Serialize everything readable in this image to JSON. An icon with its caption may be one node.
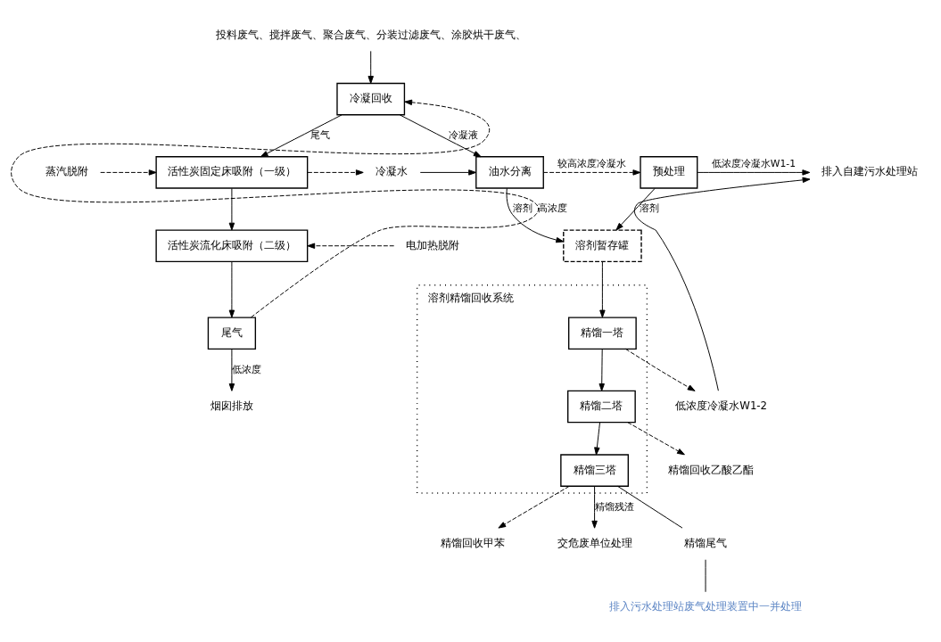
{
  "diagram": {
    "nodes": [
      {
        "text": [
          "投料废气、搅拌废气、聚合废气、分装过滤废气、涂胶烘干废气、"
        ]
      },
      {
        "text": [
          "冷凝回收"
        ]
      },
      {
        "text": [
          "蒸汽脱附"
        ]
      },
      {
        "text": [
          "活性炭固定床吸附（一级）"
        ]
      },
      {
        "text": [
          "冷凝水"
        ]
      },
      {
        "text": [
          "电加热脱附"
        ]
      },
      {
        "text": [
          "活性炭流化床吸附（二级）"
        ]
      },
      {
        "text": [
          "尾气"
        ]
      },
      {
        "text": [
          "烟囱排放"
        ]
      },
      {
        "text": [
          "油水分离"
        ]
      },
      {
        "text": [
          "预处理"
        ]
      },
      {
        "text": [
          "排入自建污水处理站"
        ]
      },
      {
        "text": [
          "溶剂暂存罐"
        ]
      },
      {
        "text": [
          "溶剂精馏回收系统"
        ]
      },
      {
        "text": [
          "精馏一塔"
        ],
        "in": 13
      },
      {
        "text": [
          "精馏二塔"
        ],
        "in": 13
      },
      {
        "text": [
          "精馏三塔"
        ],
        "in": 13
      },
      {
        "text": [
          "低浓度冷凝水W1-2"
        ]
      },
      {
        "text": [
          "精馏回收乙酸乙酯"
        ]
      },
      {
        "text": [
          "精馏回收甲苯"
        ]
      },
      {
        "text": [
          "交危废单位处理"
        ]
      },
      {
        "text": [
          "精馏尾气"
        ]
      },
      {
        "text": [
          "排入污水处理站废气处理装置中一并处理"
        ]
      }
    ],
    "edges": [
      {
        "from": 0,
        "to": 1,
        "arrow": "to"
      },
      {
        "from": 1,
        "to": 3,
        "arrow": "to",
        "label": "尾气"
      },
      {
        "from": 2,
        "to": 3,
        "arrow": "to",
        "style": "dashed"
      },
      {
        "from": 3,
        "to": 4,
        "arrow": "to",
        "style": "dashed"
      },
      {
        "from": 4,
        "to": 9,
        "arrow": "to"
      },
      {
        "from": 1,
        "to": 9,
        "arrow": "to",
        "label": "冷凝液"
      },
      {
        "from": 3,
        "to": 6,
        "arrow": "to"
      },
      {
        "from": 5,
        "to": 6,
        "arrow": "to",
        "style": "dashed"
      },
      {
        "from": 6,
        "to": 7,
        "arrow": "to"
      },
      {
        "from": 7,
        "to": 1,
        "arrow": "to",
        "style": "dashed",
        "label": "高浓度"
      },
      {
        "from": 7,
        "to": 8,
        "arrow": "to",
        "label": "低浓度"
      },
      {
        "from": 9,
        "to": 10,
        "arrow": "to",
        "style": "dashed",
        "label": "较高浓度冷凝水"
      },
      {
        "from": 10,
        "to": 11,
        "arrow": "to",
        "label": "低浓度冷凝水W1-1"
      },
      {
        "from": 9,
        "to": 12,
        "arrow": "to",
        "label": "溶剂"
      },
      {
        "from": 10,
        "to": 12,
        "arrow": "to",
        "label": "溶剂"
      },
      {
        "from": 12,
        "to": 14,
        "arrow": "to"
      },
      {
        "from": 14,
        "to": 15,
        "arrow": "to"
      },
      {
        "from": 15,
        "to": 16,
        "arrow": "to"
      },
      {
        "from": 14,
        "to": 17,
        "arrow": "to",
        "style": "dashed"
      },
      {
        "from": 17,
        "to": 11,
        "arrow": "to"
      },
      {
        "from": 15,
        "to": 18,
        "arrow": "to",
        "style": "dashed"
      },
      {
        "from": 16,
        "to": 19,
        "arrow": "to",
        "style": "dashed"
      },
      {
        "from": 16,
        "to": 20,
        "arrow": "to",
        "label": "精馏残渣"
      },
      {
        "from": 16,
        "to": 21,
        "arrow": "none"
      },
      {
        "from": 21,
        "to": 22,
        "arrow": "none"
      }
    ]
  }
}
